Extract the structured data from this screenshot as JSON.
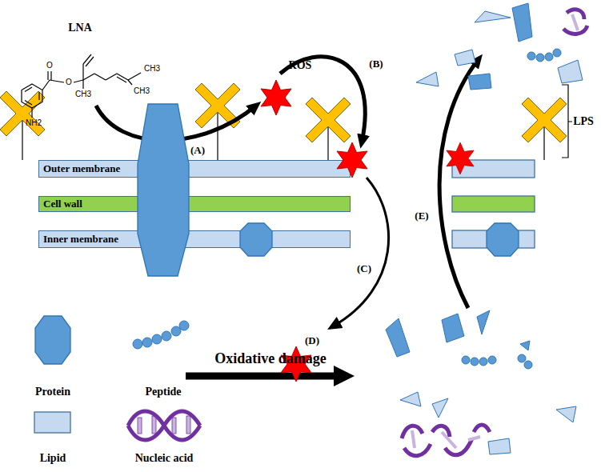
{
  "diagram": {
    "nodes": [
      {
        "text": [
          "Outer membrane"
        ]
      },
      {
        "text": [
          "Cell wall"
        ]
      },
      {
        "text": [
          "Inner membrane"
        ]
      }
    ],
    "labels": [
      "LNA",
      "ROS",
      "(A)",
      "(B)",
      "(C)",
      "(D)",
      "(E)",
      "LPS",
      "Oxidative damage",
      "O",
      "O",
      "NH2",
      "CH3",
      "CH3",
      "CH3"
    ],
    "legend": [
      {
        "text": "Protein"
      },
      {
        "text": "Peptide"
      },
      {
        "text": "Lipid"
      },
      {
        "text": "Nucleic acid"
      }
    ]
  }
}
